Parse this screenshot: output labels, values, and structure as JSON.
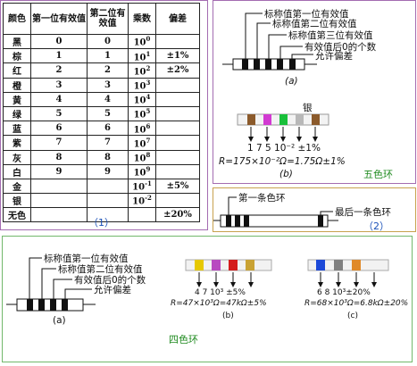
{
  "table": {
    "headers": [
      "颜色",
      "第一位有效值",
      "第二位有效值",
      "乘数",
      "偏差"
    ],
    "rows": [
      {
        "color": "黑",
        "d1": "0",
        "d2": "0",
        "exp": "0",
        "tol": ""
      },
      {
        "color": "棕",
        "d1": "1",
        "d2": "1",
        "exp": "1",
        "tol": "±1%"
      },
      {
        "color": "红",
        "d1": "2",
        "d2": "2",
        "exp": "2",
        "tol": "±2%"
      },
      {
        "color": "橙",
        "d1": "3",
        "d2": "3",
        "exp": "3",
        "tol": ""
      },
      {
        "color": "黄",
        "d1": "4",
        "d2": "4",
        "exp": "4",
        "tol": ""
      },
      {
        "color": "绿",
        "d1": "5",
        "d2": "5",
        "exp": "5",
        "tol": ""
      },
      {
        "color": "蓝",
        "d1": "6",
        "d2": "6",
        "exp": "6",
        "tol": ""
      },
      {
        "color": "紫",
        "d1": "7",
        "d2": "7",
        "exp": "7",
        "tol": ""
      },
      {
        "color": "灰",
        "d1": "8",
        "d2": "8",
        "exp": "8",
        "tol": ""
      },
      {
        "color": "白",
        "d1": "9",
        "d2": "9",
        "exp": "9",
        "tol": ""
      },
      {
        "color": "金",
        "d1": "",
        "d2": "",
        "exp": "-1",
        "tol": "±5%"
      },
      {
        "color": "银",
        "d1": "",
        "d2": "",
        "exp": "-2",
        "tol": ""
      },
      {
        "color": "无色",
        "d1": "",
        "d2": "",
        "exp": "",
        "tol": "±20%"
      }
    ],
    "caption": "（1）"
  },
  "five_band": {
    "labels": [
      "标称值第一位有效值",
      "标称值第二位有效值",
      "标称值第三位有效值",
      "有效值后0的个数",
      "允许偏差"
    ],
    "fig_a": "(a)",
    "silver_label": "银",
    "digits": "1  7  5  10⁻² ±1%",
    "formula": "R=175×10⁻²Ω=1.75Ω±1%",
    "fig_b": "(b)",
    "title": "五色环",
    "band_colors": [
      "#8b5a2b",
      "#d23ad2",
      "#19c03a",
      "#b8b8b8",
      "#8b5a2b"
    ]
  },
  "first_band": {
    "first_label": "第一条色环",
    "last_label": "最后一条色环",
    "caption": "（2）"
  },
  "four_band": {
    "labels": [
      "标称值第一位有效值",
      "标称值第二位有效值",
      "有效值后0的个数",
      "允许偏差"
    ],
    "fig_a": "(a)",
    "b_digits": "4  7  10³ ±5%",
    "b_formula": "R=47×10³Ω=47kΩ±5%",
    "fig_b": "(b)",
    "c_digits": "6  8  10³±20%",
    "c_formula": "R=68×10³Ω=6.8kΩ±20%",
    "fig_c": "(c)",
    "title": "四色环",
    "b_colors": [
      "#e6c800",
      "#b84ac0",
      "#d41c1c",
      "#c9a234"
    ],
    "c_colors": [
      "#1c49d8",
      "#808080",
      "#e08a2a"
    ]
  }
}
